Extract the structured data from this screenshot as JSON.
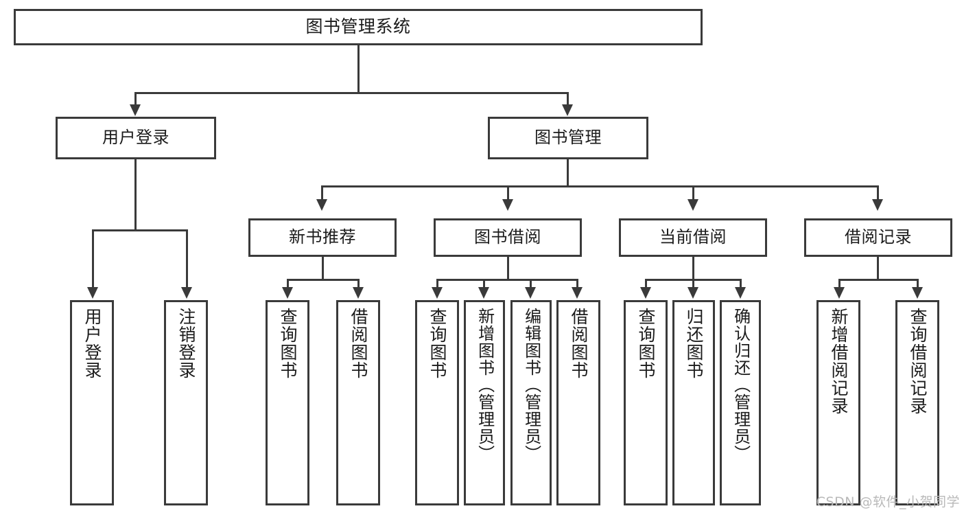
{
  "diagram": {
    "title": "图书管理系统",
    "type": "tree-hierarchy",
    "root": {
      "label": "图书管理系统"
    },
    "level2": [
      {
        "label": "用户登录"
      },
      {
        "label": "图书管理"
      }
    ],
    "level3": [
      {
        "label": "新书推荐"
      },
      {
        "label": "图书借阅"
      },
      {
        "label": "当前借阅"
      },
      {
        "label": "借阅记录"
      }
    ],
    "leaves": {
      "user_login": [
        {
          "label": "用户登录"
        },
        {
          "label": "注销登录"
        }
      ],
      "new_book_recommend": [
        {
          "label": "查询图书"
        },
        {
          "label": "借阅图书"
        }
      ],
      "book_borrow": [
        {
          "label": "查询图书"
        },
        {
          "label": "新增图书（管理员）"
        },
        {
          "label": "编辑图书（管理员）"
        },
        {
          "label": "借阅图书"
        }
      ],
      "current_borrow": [
        {
          "label": "查询图书"
        },
        {
          "label": "归还图书"
        },
        {
          "label": "确认归还（管理员）"
        }
      ],
      "borrow_record": [
        {
          "label": "新增借阅记录"
        },
        {
          "label": "查询借阅记录"
        }
      ]
    }
  },
  "watermark": {
    "text": "CSDN @软件_小贺同学"
  },
  "colors": {
    "stroke": "#3a3a3a",
    "background": "#ffffff",
    "text": "#1b1b1b",
    "watermark": "#b9b9b9"
  }
}
